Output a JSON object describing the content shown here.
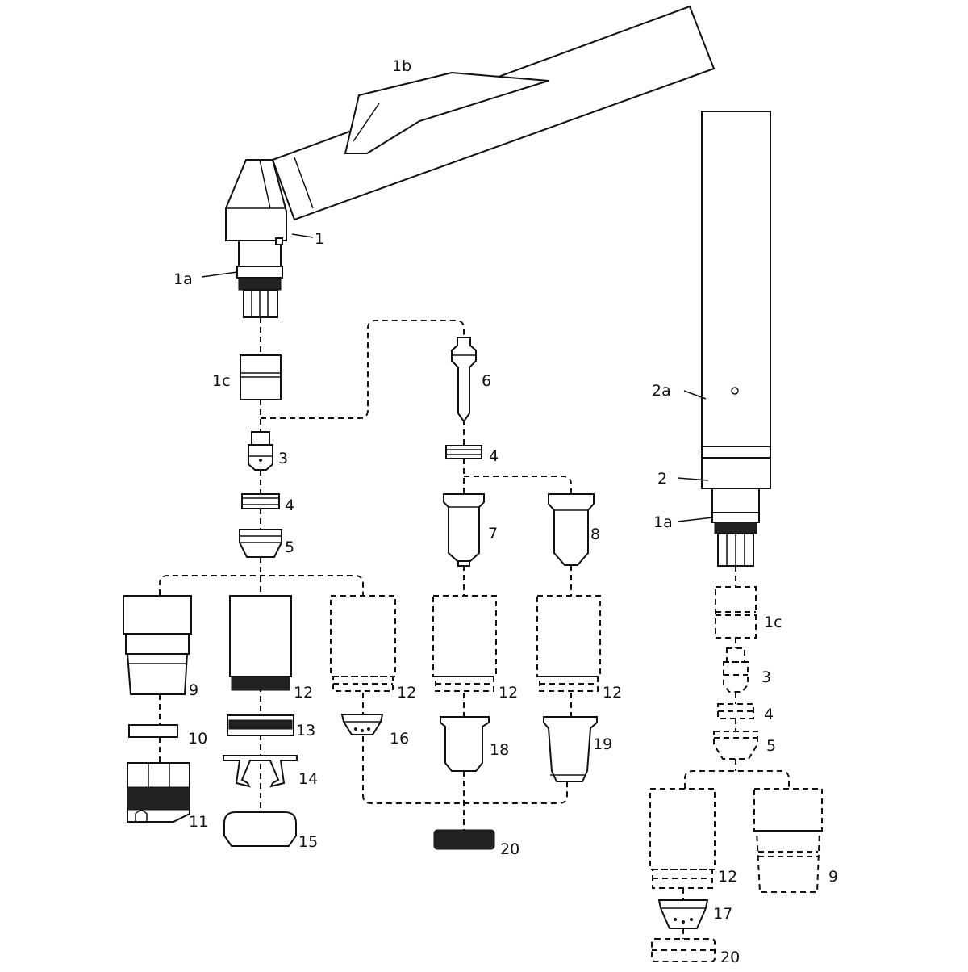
{
  "diagram": {
    "labels": {
      "l1b": "1b",
      "l1": "1",
      "l1a": "1a",
      "l1c": "1c",
      "l3": "3",
      "l4": "4",
      "l5": "5",
      "l6": "6",
      "l4b": "4",
      "l7": "7",
      "l8": "8",
      "l9": "9",
      "l12a": "12",
      "l12b": "12",
      "l12c": "12",
      "l12d": "12",
      "l10": "10",
      "l13": "13",
      "l16": "16",
      "l18": "18",
      "l19": "19",
      "l11": "11",
      "l14": "14",
      "l15": "15",
      "l20": "20",
      "l2a": "2a",
      "l2": "2",
      "r1a": "1a",
      "r1c": "1c",
      "r3": "3",
      "r4": "4",
      "r5": "5",
      "r12": "12",
      "r9": "9",
      "r17": "17",
      "r20": "20"
    }
  }
}
